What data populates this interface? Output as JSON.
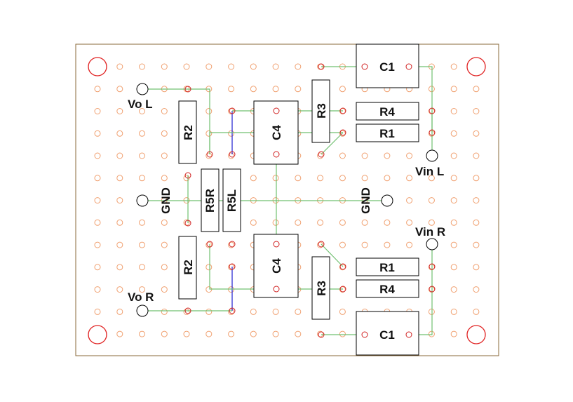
{
  "colors": {
    "background": "#ffffff",
    "board_outline": "#8a6a3a",
    "pad": "#f0a070",
    "mount_hole": "#e02020",
    "component_pin": "#d02020",
    "trace_top": "#70c070",
    "trace_bottom": "#2020d0",
    "component_outline": "#000000",
    "terminal": "#000000"
  },
  "components": {
    "c1_top": "C1",
    "r4_top": "R4",
    "r1_top": "R1",
    "r3_top": "R3",
    "c4_top": "C4",
    "r2_top": "R2",
    "r5r": "R5R",
    "r5l": "R5L",
    "r2_bottom": "R2",
    "c4_bottom": "C4",
    "r3_bottom": "R3",
    "r1_bottom": "R1",
    "r4_bottom": "R4",
    "c1_bottom": "C1"
  },
  "terminals": {
    "vo_l": "Vo L",
    "vo_r": "Vo R",
    "gnd_left": "GND",
    "gnd_right": "GND",
    "vin_l": "Vin L",
    "vin_r": "Vin R"
  }
}
